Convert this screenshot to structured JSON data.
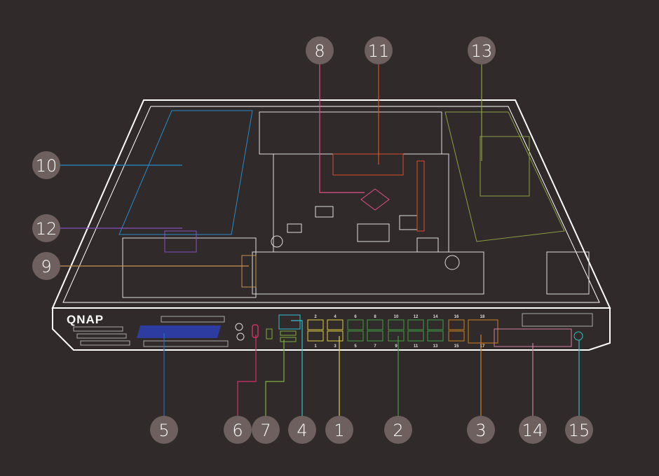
{
  "brand": "QNAP",
  "colors": {
    "background": "#302a2b",
    "callout_fill": "#6e605e",
    "outline": "#ffffff"
  },
  "callouts": [
    {
      "label": "8",
      "color": "#e0508a"
    },
    {
      "label": "11",
      "color": "#d9502b"
    },
    {
      "label": "13",
      "color": "#8aa040"
    },
    {
      "label": "10",
      "color": "#2a8ac8"
    },
    {
      "label": "12",
      "color": "#8a50c0"
    },
    {
      "label": "9",
      "color": "#c89050"
    },
    {
      "label": "5",
      "color": "#2a6ab8"
    },
    {
      "label": "6",
      "color": "#d0306a"
    },
    {
      "label": "7",
      "color": "#80b040"
    },
    {
      "label": "4",
      "color": "#30c0d0"
    },
    {
      "label": "1",
      "color": "#e0d040"
    },
    {
      "label": "2",
      "color": "#40a040"
    },
    {
      "label": "3",
      "color": "#d08020"
    },
    {
      "label": "14",
      "color": "#d080a0"
    },
    {
      "label": "15",
      "color": "#30c0c0"
    }
  ],
  "ports": {
    "top": [
      "2",
      "4",
      "6",
      "8",
      "10",
      "12",
      "14",
      "16",
      "18"
    ],
    "bottom": [
      "1",
      "3",
      "5",
      "7",
      "9",
      "11",
      "13",
      "15",
      "17"
    ]
  }
}
